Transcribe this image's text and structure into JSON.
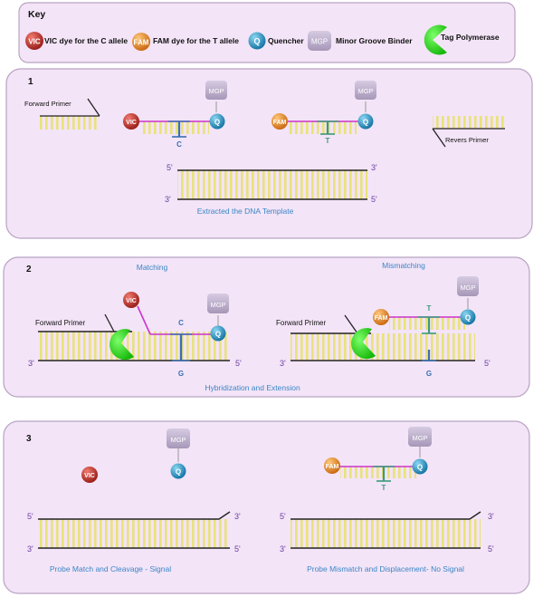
{
  "key": {
    "title": "Key",
    "vic_label": "VIC dye for the C allele",
    "fam_label": "FAM dye for the T allele",
    "quencher_label": "Quencher",
    "mgb_label": "Minor Groove Binder",
    "polymerase_label": "Tag Polymerase"
  },
  "symbols": {
    "vic": "VIC",
    "fam": "FAM",
    "quencher": "Q",
    "mgb": "MGP"
  },
  "bases": {
    "c": "C",
    "t": "T",
    "g": "G"
  },
  "strand_ends": {
    "five": "5'",
    "three": "3'"
  },
  "panel1": {
    "number": "1",
    "forward_primer": "Forward Primer",
    "reverse_primer": "Revers Primer",
    "caption": "Extracted the DNA Template"
  },
  "panel2": {
    "number": "2",
    "matching": "Matching",
    "mismatching": "Mismatching",
    "forward_primer_left": "Forward Primer",
    "forward_primer_right": "Forward Primer",
    "caption": "Hybridization and Extension"
  },
  "panel3": {
    "number": "3",
    "caption_left": "Probe Match and Cleavage - Signal",
    "caption_right": "Probe Mismatch and Displacement- No Signal"
  },
  "colors": {
    "panel_fill": "#f3e4f7",
    "panel_stroke": "#b9a3c2",
    "base_pair": "#e9e27a",
    "probe_line": "#cc33cc",
    "vic": "#c0302a",
    "fam": "#e8862a",
    "quencher": "#2a9fcf",
    "mgb": "#b8a9c9",
    "polymerase": "#22cc11",
    "snp_blue": "#3a6fb0",
    "snp_green": "#3a9a7a",
    "caption": "#3b86c6",
    "strand_end": "#6a3fa0"
  }
}
